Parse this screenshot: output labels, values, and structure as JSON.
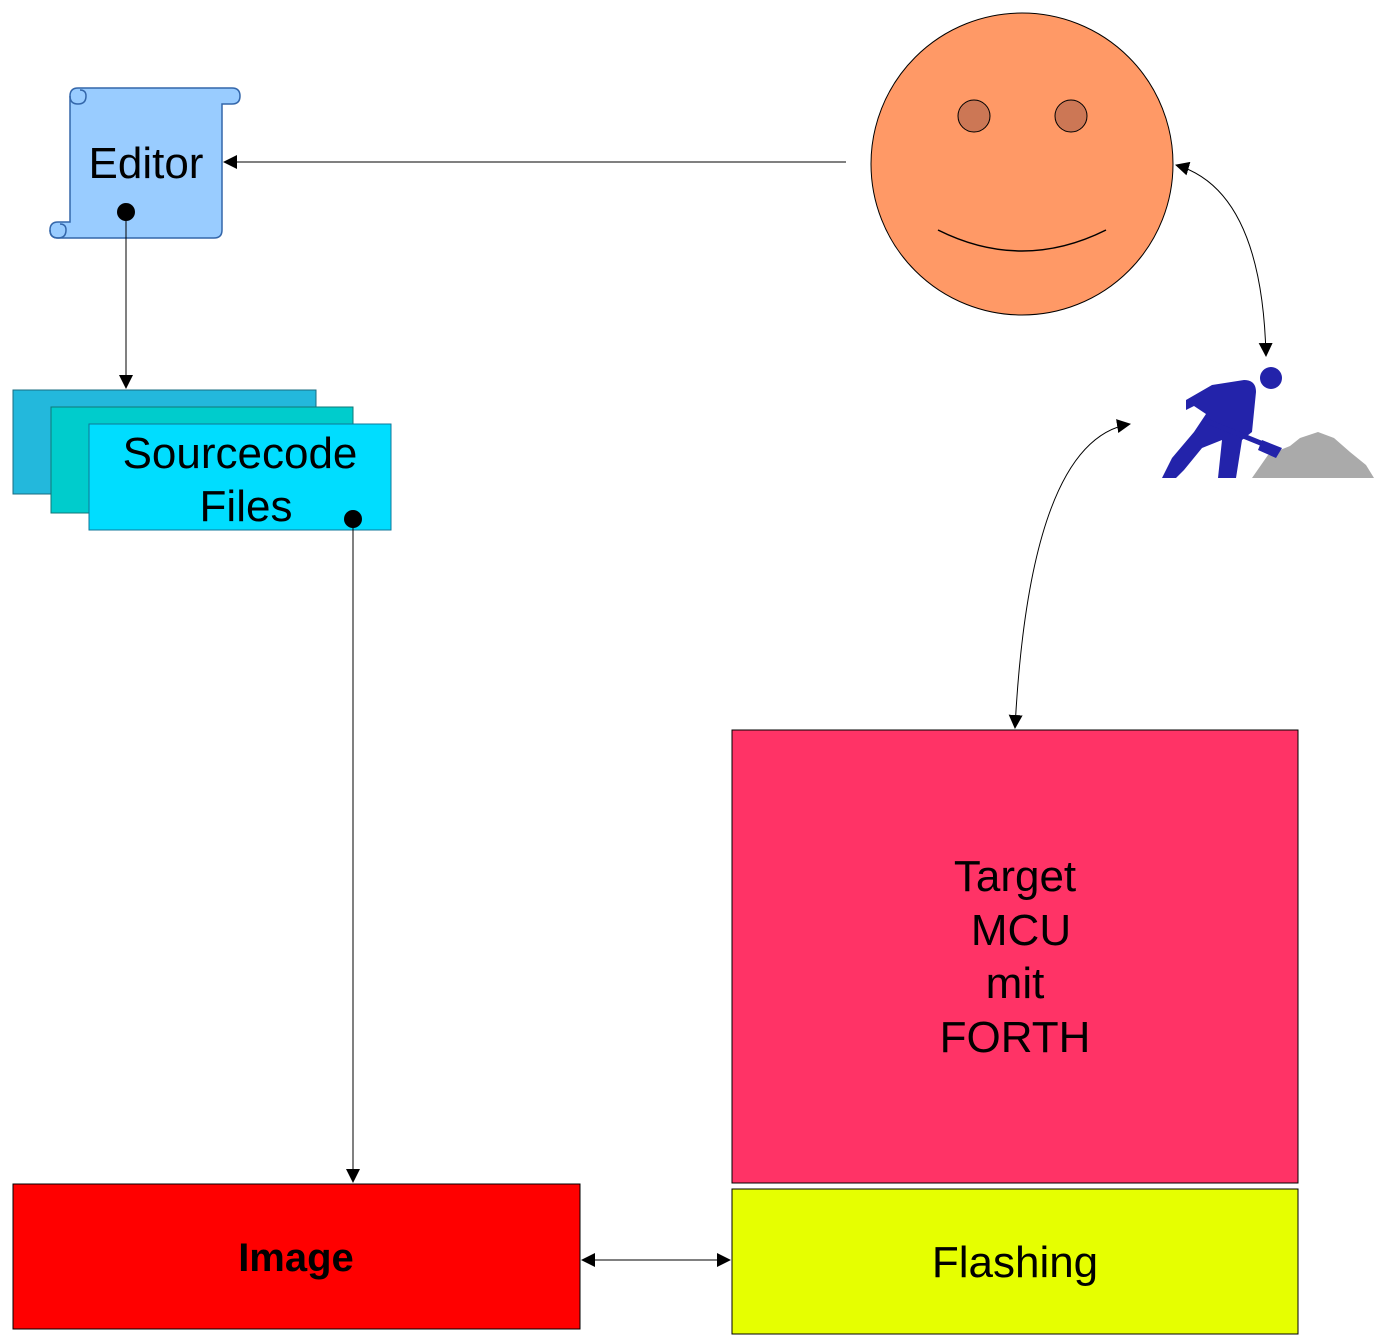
{
  "editor": {
    "label": "Editor"
  },
  "sources": {
    "line1": "Sourcecode",
    "line2": "Files"
  },
  "image_box": {
    "label": "Image"
  },
  "target": {
    "line1": "Target",
    "line2": "MCU",
    "line3": "mit",
    "line4": "FORTH"
  },
  "flashing": {
    "label": "Flashing"
  },
  "icons": {
    "user": "smiley-face-icon",
    "worker": "worker-shovel-icon"
  },
  "colors": {
    "editor": "#99ccff",
    "source_back": "#23b8dc",
    "source_mid": "#00cccc",
    "source_front": "#00ddff",
    "image": "#ff0000",
    "target": "#ff3366",
    "flashing": "#e6ff00",
    "face": "#ff9966",
    "eyes": "#cc7755",
    "worker": "#2323aa",
    "pile": "#aaaaaa"
  }
}
